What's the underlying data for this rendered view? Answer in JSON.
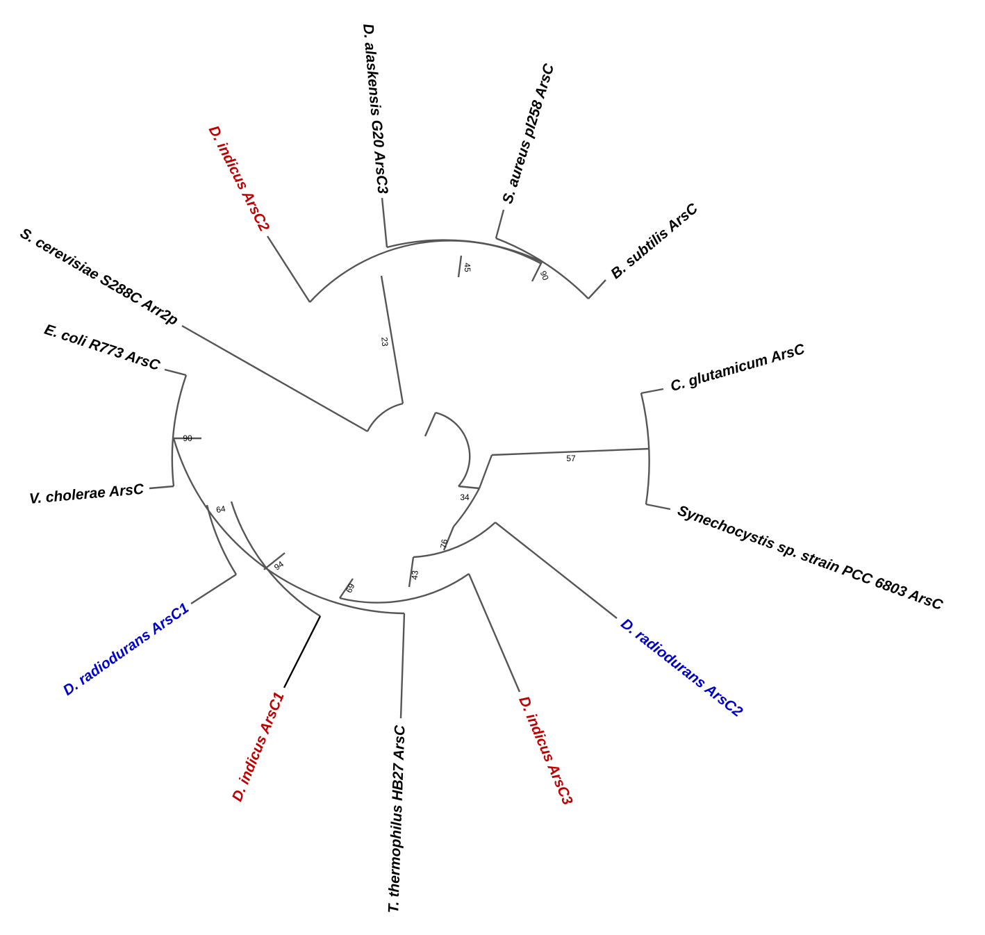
{
  "colors": {
    "branch": "#555555",
    "highlight_branch": "#000000",
    "default_label": "#000000",
    "d_indicus": "#c00000",
    "d_radiodurans": "#0000cc"
  },
  "tree": {
    "leaves": [
      {
        "id": "d_alaskensis",
        "label": "D. alaskensis G20 ArsC3",
        "color": "#000000"
      },
      {
        "id": "s_aureus",
        "label": "S. aureus pI258 ArsC",
        "color": "#000000"
      },
      {
        "id": "b_subtilis",
        "label": "B. subtilis ArsC",
        "color": "#000000"
      },
      {
        "id": "d_indicus_arsc2",
        "label": "D. indicus ArsC2",
        "color": "#c00000"
      },
      {
        "id": "s_cerevisiae",
        "label": "S. cerevisiae S288C Arr2p",
        "color": "#000000"
      },
      {
        "id": "e_coli",
        "label": "E. coli R773 ArsC",
        "color": "#000000"
      },
      {
        "id": "v_cholerae",
        "label": "V. cholerae ArsC",
        "color": "#000000"
      },
      {
        "id": "c_glutamicum",
        "label": "C. glutamicum ArsC",
        "color": "#000000"
      },
      {
        "id": "synechocystis",
        "label": "Synechocystis sp. strain PCC 6803 ArsC",
        "color": "#000000"
      },
      {
        "id": "d_radiodurans_arsc1",
        "label": "D. radiodurans ArsC1",
        "color": "#0000cc"
      },
      {
        "id": "d_indicus_arsc1",
        "label": "D. indicus ArsC1",
        "color": "#c00000"
      },
      {
        "id": "t_thermophilus",
        "label": "T. thermophilus HB27 ArsC",
        "color": "#000000"
      },
      {
        "id": "d_indicus_arsc3",
        "label": "D. indicus ArsC3",
        "color": "#c00000"
      },
      {
        "id": "d_radiodurans_arsc2",
        "label": "D. radiodurans ArsC2",
        "color": "#0000cc"
      }
    ],
    "bootstrap_values": [
      {
        "id": "n45",
        "value": "45"
      },
      {
        "id": "n90a",
        "value": "90"
      },
      {
        "id": "n23",
        "value": "23"
      },
      {
        "id": "n90b",
        "value": "90"
      },
      {
        "id": "n64",
        "value": "64"
      },
      {
        "id": "n94",
        "value": "94"
      },
      {
        "id": "n69",
        "value": "69"
      },
      {
        "id": "n43",
        "value": "43"
      },
      {
        "id": "n76",
        "value": "76"
      },
      {
        "id": "n34",
        "value": "34"
      },
      {
        "id": "n57",
        "value": "57"
      }
    ]
  }
}
